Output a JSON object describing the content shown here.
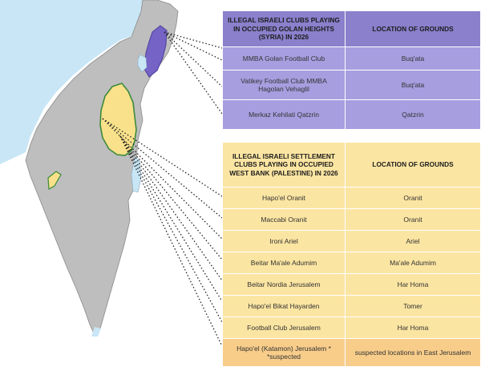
{
  "colors": {
    "sea": "#c8e6f6",
    "land": "#bebebe",
    "west_bank": "#f8e18a",
    "golan": "#7564c6",
    "green_line": "#3c8a3a",
    "golan_header": "#8a80cc",
    "golan_rows": "#a79ee0",
    "westbank_rows": "#fbe5a2",
    "suspected_row": "#f8cd8a"
  },
  "golan_table": {
    "col_club": "ILLEGAL ISRAELI CLUBS PLAYING IN OCCUPIED GOLAN HEIGHTS (SYRIA) IN 2026",
    "col_location": "LOCATION OF GROUNDS",
    "rows": [
      {
        "club": "MMBA Golan Football Club",
        "location": "Buq'ata"
      },
      {
        "club": "Vatikey Football Club MMBA Hagolan Vehaglil",
        "location": "Buq'ata"
      },
      {
        "club": "Merkaz Kehilati Qatzrin",
        "location": "Qatzrin"
      }
    ]
  },
  "westbank_table": {
    "col_club": "ILLEGAL ISRAELI SETTLEMENT CLUBS PLAYING IN OCCUPIED WEST BANK (PALESTINE) IN 2026",
    "col_location": "LOCATION OF GROUNDS",
    "rows": [
      {
        "club": "Hapo'el Oranit",
        "location": "Oranit"
      },
      {
        "club": "Maccabi Oranit",
        "location": "Oranit"
      },
      {
        "club": "Ironi Ariel",
        "location": "Ariel"
      },
      {
        "club": "Beitar Ma'ale Adumim",
        "location": "Ma'ale Adumim"
      },
      {
        "club": "Beitar Nordia Jerusalem",
        "location": "Har Homa"
      },
      {
        "club": "Hapo'el Bikat Hayarden",
        "location": "Tomer"
      },
      {
        "club": "Football Club Jerusalem",
        "location": "Har Homa"
      },
      {
        "club": "Hapo'el (Katamon) Jerusalem * *suspected",
        "location": "suspected locations in East Jerusalem"
      }
    ]
  }
}
